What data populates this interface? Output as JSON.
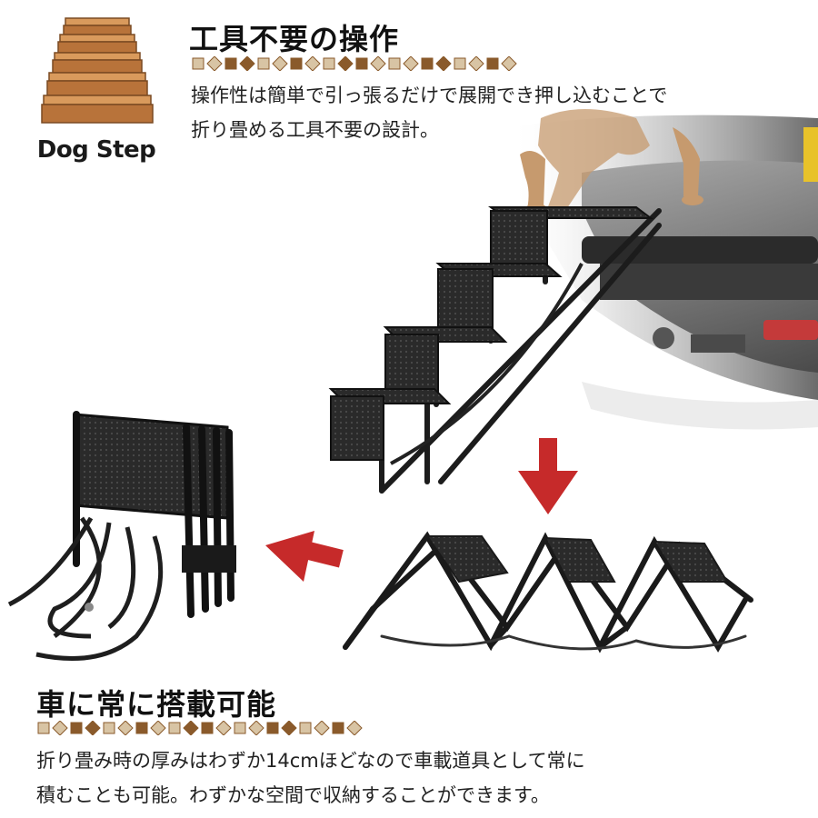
{
  "logo": {
    "text": "Dog Step",
    "icon": "stairs-icon",
    "colors": {
      "step": "#b8733a",
      "step_top": "#d99a5c",
      "outline": "#7a4a22"
    }
  },
  "section1": {
    "title": "工具不要の操作",
    "lines": [
      "操作性は簡単で引っ張るだけで展開でき押し込むことで",
      "折り畳める工具不要の設計。"
    ]
  },
  "section2": {
    "title": "車に常に搭載可能",
    "lines": [
      "折り畳み時の厚みはわずか14cmほどなので車載道具として常に",
      "積むことも可能。わずかな空間で収納することができます。"
    ]
  },
  "illustration": {
    "items": [
      "car-rear-image",
      "dog-legs-image",
      "unfolded-dog-step",
      "half-folded-dog-step",
      "folded-dog-step",
      "down-arrow-icon",
      "left-arrow-icon"
    ]
  },
  "colors": {
    "arrow": "#c62a2a",
    "deco_dark": "#8a5a2b",
    "deco_light": "#d8c4a4",
    "text": "#111111"
  }
}
